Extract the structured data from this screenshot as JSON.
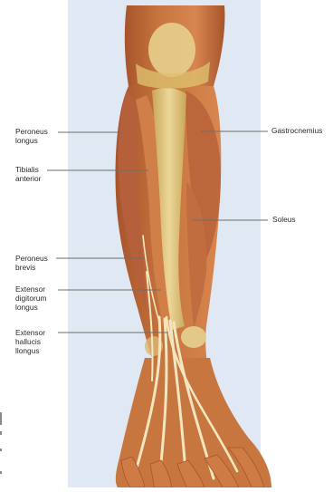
{
  "figure": {
    "labels": {
      "peroneus_longus": "Peroneus\nlongus",
      "tibialis_anterior": "Tibialis\nanterior",
      "peroneus_brevis": "Peroneus\nbrevis",
      "extensor_digitorum_longus": "Extensor\ndigitorum\nlongus",
      "extensor_hallucis_longus": "Extensor\nhallucis\nllongus",
      "gastrocnemius": "Gastrocnemius",
      "soleus": "Soleus"
    },
    "colors": {
      "background": "#ffffff",
      "page_backdrop": "#dfe8f3",
      "skin_shadow": "#b96a45",
      "muscle": "#c8763f",
      "muscle_dark": "#a8542c",
      "muscle_light": "#e39a5e",
      "bone_tendon": "#dcbf6e",
      "bone_light": "#ecd79a",
      "tendon": "#f2e6bf",
      "leader_line": "#6e6e6e",
      "label_text": "#2b2b2b"
    }
  }
}
